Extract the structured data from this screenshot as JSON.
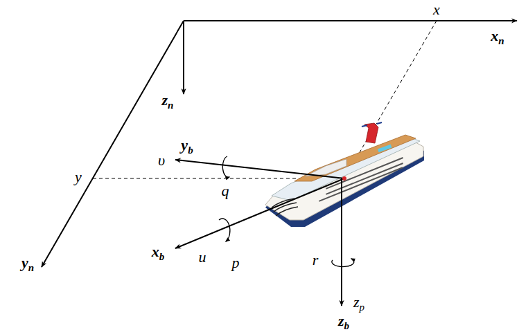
{
  "diagram": {
    "labels": [
      "x",
      "xn",
      "zn",
      "yb",
      "υ",
      "q",
      "y",
      "xb",
      "u",
      "p",
      "r",
      "zp",
      "zb",
      "yn"
    ]
  }
}
